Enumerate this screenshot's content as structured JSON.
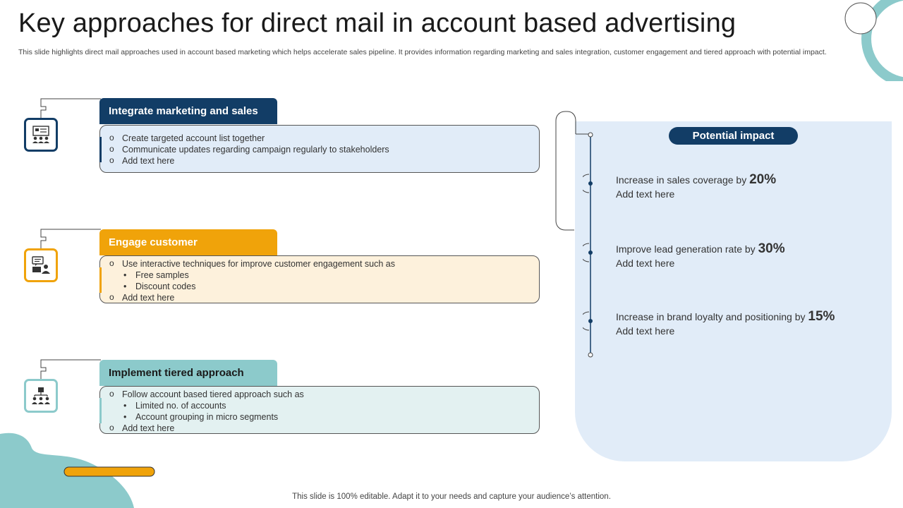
{
  "slide": {
    "title": "Key approaches for direct mail in account based advertising",
    "subtitle": "This slide highlights direct mail approaches used in account based marketing which helps accelerate sales pipeline. It provides information regarding marketing and sales integration, customer engagement and tiered approach with potential impact.",
    "footer": "This slide is 100% editable. Adapt it to your needs and capture your audience’s attention."
  },
  "colors": {
    "navy": "#123d66",
    "orange": "#f0a30a",
    "teal": "#8ccacb",
    "light_blue": "#e1ecf8"
  },
  "approaches": [
    {
      "icon": "presentation-audience-icon",
      "title": "Integrate marketing and sales",
      "points": [
        "Create targeted account list together",
        "Communicate updates regarding campaign regularly to stakeholders",
        "Add text here"
      ]
    },
    {
      "icon": "customer-chat-icon",
      "title": "Engage customer",
      "points": [
        "Use interactive techniques for improve customer engagement such as",
        "Add text here"
      ],
      "subpoints": [
        "Free samples",
        "Discount codes"
      ]
    },
    {
      "icon": "hierarchy-team-icon",
      "title": "Implement tiered approach",
      "points": [
        "Follow account based tiered approach such as",
        "Add text here"
      ],
      "subpoints": [
        "Limited no. of accounts",
        "Account grouping in micro segments"
      ]
    }
  ],
  "impact": {
    "title": "Potential impact",
    "items": [
      {
        "text": "Increase in sales coverage by",
        "value": "20%",
        "sub": "Add text here"
      },
      {
        "text": "Improve lead generation rate by",
        "value": "30%",
        "sub": "Add text here"
      },
      {
        "text": "Increase in brand loyalty and positioning by",
        "value": "15%",
        "sub": "Add text here"
      }
    ]
  }
}
